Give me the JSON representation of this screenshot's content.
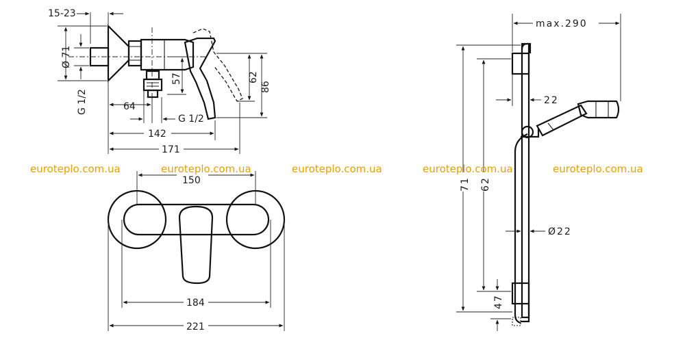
{
  "watermarks": [
    "euroteplo.com.ua",
    "euroteplo.com.ua",
    "euroteplo.com.ua",
    "euroteplo.com.ua",
    "euroteplo.com.ua"
  ],
  "mixer_side": {
    "d_15_23": "15-23",
    "d_71": "Ø 71",
    "d_g12_left": "G 1/2",
    "d_57": "57",
    "d_62": "62",
    "d_86": "86",
    "d_64": "64",
    "d_g12_bottom": "G 1/2",
    "d_142": "142",
    "d_171": "171"
  },
  "mixer_front": {
    "d_150": "150",
    "d_184": "184",
    "d_221": "221"
  },
  "shower_rail": {
    "d_max290": "max.290",
    "d_22_top": "22",
    "d_71": "71",
    "d_62": "62",
    "d_22_dia": "Ø22",
    "d_47": "47"
  },
  "colors": {
    "watermark": "#e8a000",
    "line": "#1a1a1a"
  }
}
